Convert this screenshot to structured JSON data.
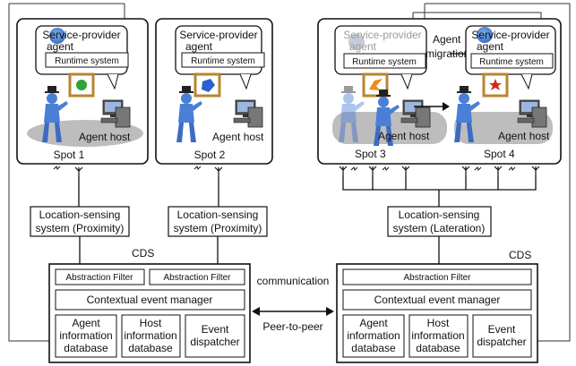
{
  "agent": {
    "line1": "Service-provider",
    "line2": "agent",
    "runtime": "Runtime system"
  },
  "agent_host": "Agent host",
  "spots": [
    "Spot 1",
    "Spot 2",
    "Spot 3",
    "Spot 4"
  ],
  "migration": {
    "line1": "Agent",
    "line2": "migration"
  },
  "lss": {
    "line1": "Location-sensing",
    "proximity": "system (Proximity)",
    "lateration": "system (Lateration)"
  },
  "cds": {
    "label": "CDS",
    "abstraction_filter": "Abstraction Filter",
    "event_manager": "Contextual event manager",
    "agent_db": [
      "Agent",
      "information",
      "database"
    ],
    "host_db": [
      "Host",
      "information",
      "database"
    ],
    "dispatcher": [
      "Event",
      "dispatcher"
    ]
  },
  "link": {
    "top": "communication",
    "bottom": "Peer-to-peer"
  },
  "colors": {
    "person": "#4a7fd6",
    "platform": "#bdbdbd",
    "frame": "#b8862f"
  }
}
